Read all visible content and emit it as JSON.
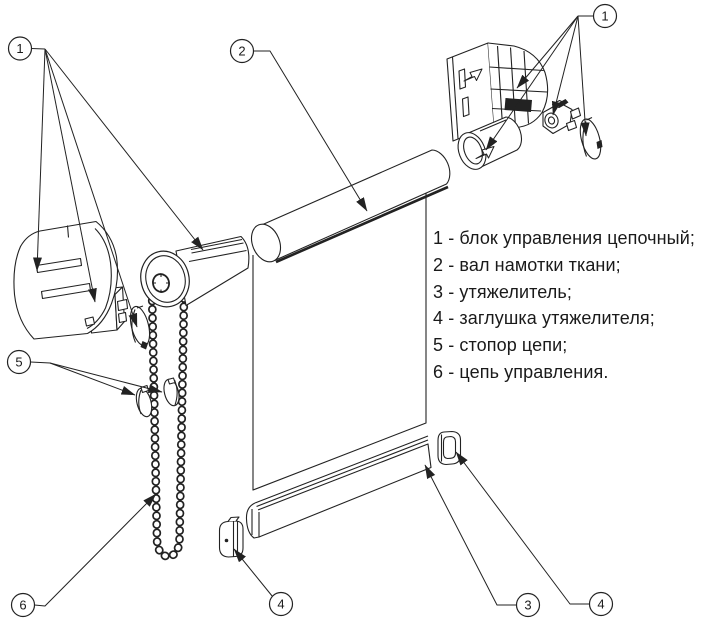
{
  "legend": {
    "items": [
      "1 - блок управления цепочный;",
      "2 - вал намотки ткани;",
      "3 - утяжелитель;",
      "4 - заглушка утяжелителя;",
      "5 - стопор цепи;",
      "6 - цепь управления."
    ]
  },
  "callouts": {
    "control_block_left": "1",
    "control_block_right": "1",
    "shaft": "2",
    "weight": "3",
    "weight_cap_left": "4",
    "weight_cap_right": "4",
    "chain_stopper": "5",
    "chain": "6"
  },
  "colors": {
    "line": "#222222",
    "background": "#ffffff",
    "text": "#1a1a1a"
  }
}
